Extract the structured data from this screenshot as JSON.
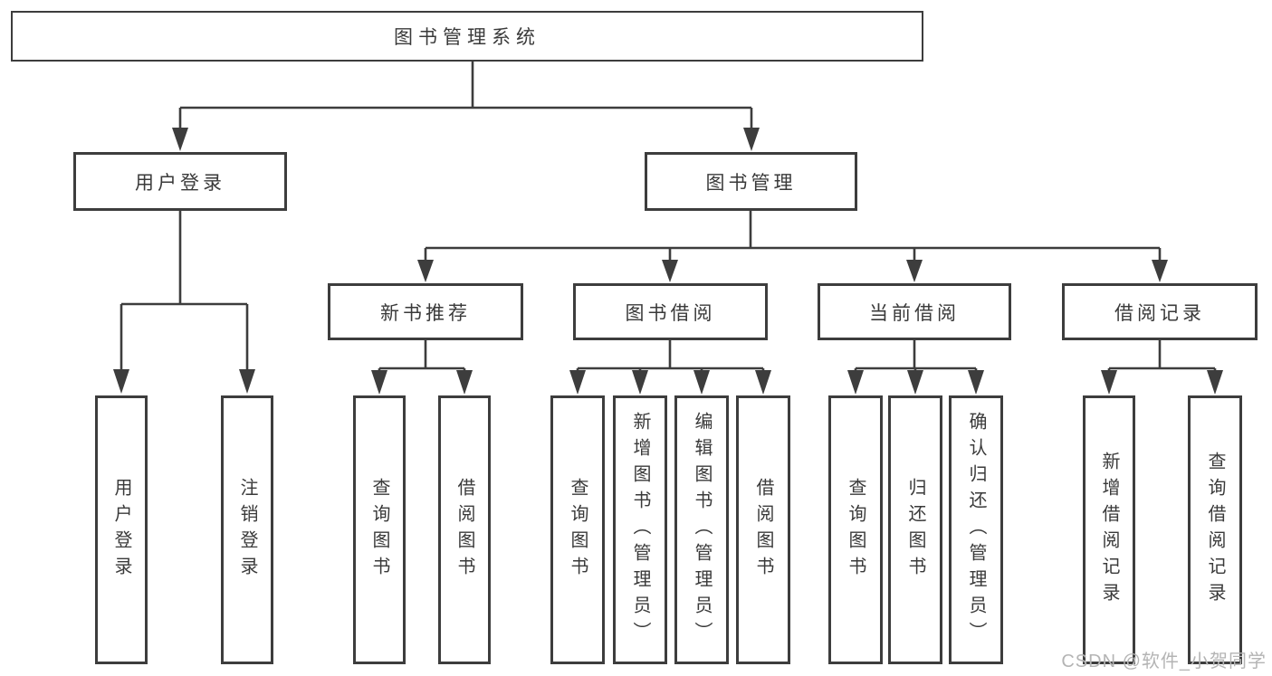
{
  "diagram": {
    "root": "图书管理系统",
    "level2": [
      "用户登录",
      "图书管理"
    ],
    "level3": [
      "新书推荐",
      "图书借阅",
      "当前借阅",
      "借阅记录"
    ],
    "leaves": {
      "user_login": [
        "用户登录",
        "注销登录"
      ],
      "new_book": [
        "查询图书",
        "借阅图书"
      ],
      "book_borrow": [
        "查询图书",
        "新增图书（管理员）",
        "编辑图书（管理员）",
        "借阅图书"
      ],
      "current_borrow": [
        "查询图书",
        "归还图书",
        "确认归还（管理员）"
      ],
      "borrow_records": [
        "新增借阅记录",
        "查询借阅记录"
      ]
    },
    "watermark": "CSDN @软件_小贺同学",
    "colors": {
      "line": "#3d3d3d",
      "text": "#3a3a3a",
      "watermark": "#b4b4b4",
      "background": "#ffffff"
    }
  }
}
